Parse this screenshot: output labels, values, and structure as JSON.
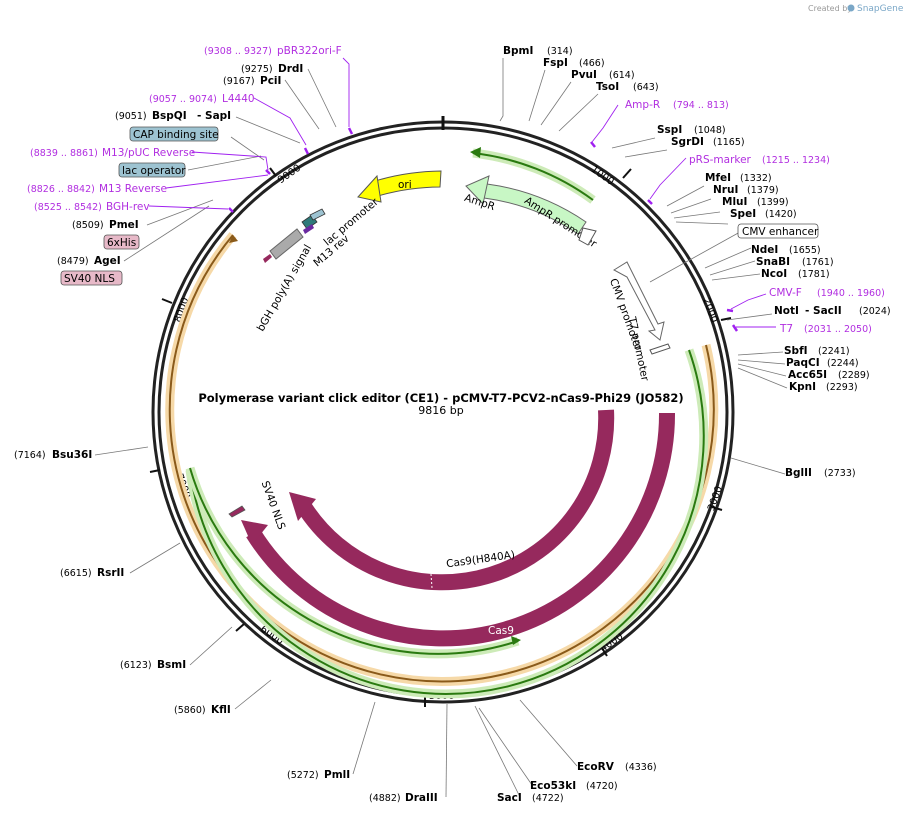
{
  "header": {
    "created_by": "Created by",
    "brand": "SnapGene"
  },
  "plasmid": {
    "title": "Polymerase variant click editor (CE1) - pCMV-T7-PCV2-nCas9-Phi29 (JO582)",
    "size_label": "9816 bp"
  },
  "ticks": [
    "1000",
    "2000",
    "3000",
    "4000",
    "5000",
    "6000",
    "7000",
    "8000",
    "9000"
  ],
  "enzymes": [
    {
      "name": "BpmI",
      "pos": "(314)"
    },
    {
      "name": "FspI",
      "pos": "(466)"
    },
    {
      "name": "PvuI",
      "pos": "(614)"
    },
    {
      "name": "TsoI",
      "pos": "(643)"
    },
    {
      "name": "SspI",
      "pos": "(1048)"
    },
    {
      "name": "SgrDI",
      "pos": "(1165)"
    },
    {
      "name": "MfeI",
      "pos": "(1332)"
    },
    {
      "name": "NruI",
      "pos": "(1379)"
    },
    {
      "name": "MluI",
      "pos": "(1399)"
    },
    {
      "name": "SpeI",
      "pos": "(1420)"
    },
    {
      "name": "NdeI",
      "pos": "(1655)"
    },
    {
      "name": "SnaBI",
      "pos": "(1761)"
    },
    {
      "name": "NcoI",
      "pos": "(1781)"
    },
    {
      "name": "NotI",
      "pos": ""
    },
    {
      "name": "- SacII",
      "pos": "(2024)"
    },
    {
      "name": "SbfI",
      "pos": "(2241)"
    },
    {
      "name": "PaqCI",
      "pos": "(2244)"
    },
    {
      "name": "Acc65I",
      "pos": "(2289)"
    },
    {
      "name": "KpnI",
      "pos": "(2293)"
    },
    {
      "name": "BglII",
      "pos": "(2733)"
    },
    {
      "name": "EcoRV",
      "pos": "(4336)"
    },
    {
      "name": "Eco53kI",
      "pos": "(4720)"
    },
    {
      "name": "SacI",
      "pos": "(4722)"
    },
    {
      "name": "DraIII",
      "pos": "(4882)"
    },
    {
      "name": "PmlI",
      "pos": "(5272)"
    },
    {
      "name": "KflI",
      "pos": "(5860)"
    },
    {
      "name": "BsmI",
      "pos": "(6123)"
    },
    {
      "name": "RsrII",
      "pos": "(6615)"
    },
    {
      "name": "Bsu36I",
      "pos": "(7164)"
    },
    {
      "name": "AgeI",
      "pos": "(8479)"
    },
    {
      "name": "PmeI",
      "pos": "(8509)"
    },
    {
      "name": "BspQI",
      "pos": "(9051)"
    },
    {
      "name": "- SapI",
      "pos": ""
    },
    {
      "name": "PciI",
      "pos": "(9167)"
    },
    {
      "name": "DrdI",
      "pos": "(9275)"
    }
  ],
  "primers": [
    {
      "name": "pBR322ori-F",
      "range": "(9308 .. 9327)"
    },
    {
      "name": "L4440",
      "range": "(9057 .. 9074)"
    },
    {
      "name": "M13/pUC Reverse",
      "range": "(8839 .. 8861)"
    },
    {
      "name": "M13 Reverse",
      "range": "(8826 .. 8842)"
    },
    {
      "name": "BGH-rev",
      "range": "(8525 .. 8542)"
    },
    {
      "name": "Amp-R",
      "range": "(794 .. 813)"
    },
    {
      "name": "pRS-marker",
      "range": "(1215 .. 1234)"
    },
    {
      "name": "CMV-F",
      "range": "(1940 .. 1960)"
    },
    {
      "name": "T7",
      "range": "(2031 .. 2050)"
    }
  ],
  "boxed_features": [
    {
      "name": "CAP binding site",
      "color": "#9dc3d1"
    },
    {
      "name": "lac operator",
      "color": "#9dc3d1"
    },
    {
      "name": "6xHis",
      "color": "#e7b9c8"
    },
    {
      "name": "SV40 NLS",
      "color": "#e7b9c8"
    },
    {
      "name": "CMV enhancer",
      "color": "#ffffff"
    }
  ],
  "features": {
    "ori": "ori",
    "ampr": "AmpR",
    "ampr_promoter": "AmpR promoter",
    "cmv_promoter": "CMV promoter",
    "t7_promoter": "T7 promoter",
    "cas9_h840a": "Cas9(H840A)",
    "cas9": "Cas9",
    "sv40_nls": "SV40 NLS",
    "bgh": "bGH poly(A) signal",
    "lac_promoter": "lac promoter",
    "m13_rev": "M13 rev"
  },
  "colors": {
    "backbone": "#222222",
    "ori": "#ffff00",
    "ampr": "#c8f7c5",
    "cas9": "#96295d",
    "orange": "#f0b862",
    "green": "#2a9a1a",
    "primer": "#a020f0",
    "cmv": "#ffffff"
  }
}
